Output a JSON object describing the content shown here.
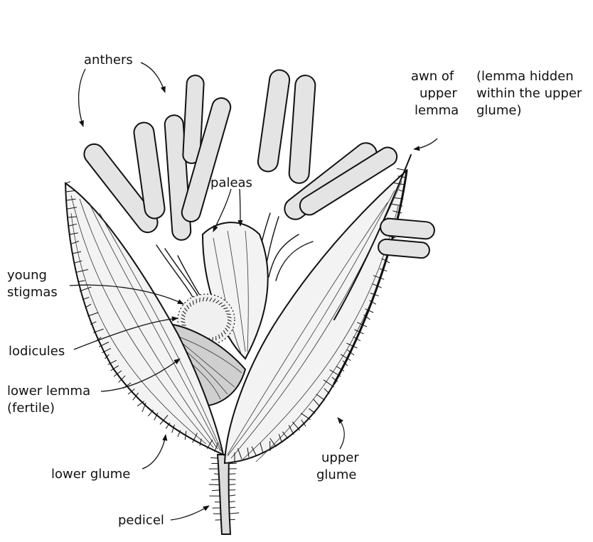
{
  "labels": {
    "anthers": "anthers",
    "awn": [
      "awn of",
      "upper",
      "lemma"
    ],
    "lemma_note": [
      "(lemma hidden",
      "within the upper",
      "glume)"
    ],
    "paleas": "paleas",
    "young_stigmas": [
      "young",
      "stigmas"
    ],
    "lodicules": "lodicules",
    "lower_lemma": [
      "lower lemma",
      "(fertile)"
    ],
    "lower_glume": "lower glume",
    "upper_glume": [
      "upper",
      "glume"
    ],
    "pedicel": "pedicel"
  }
}
